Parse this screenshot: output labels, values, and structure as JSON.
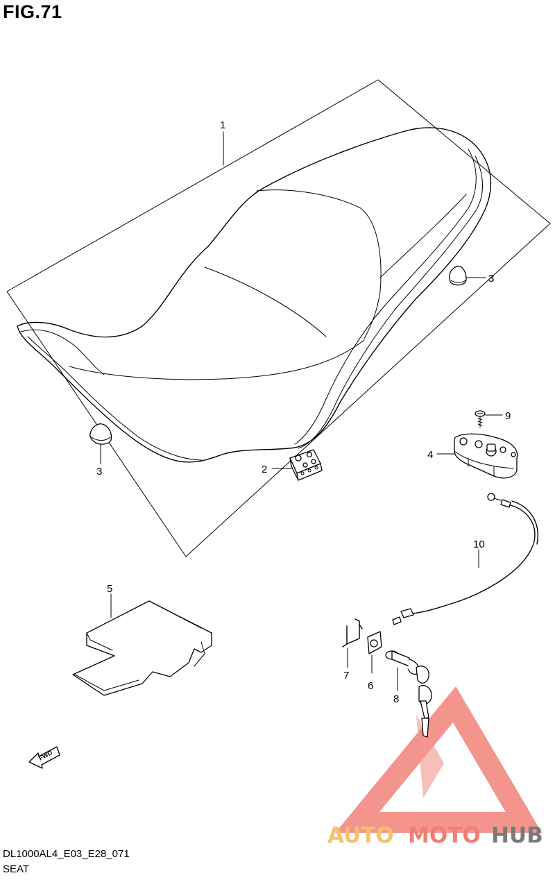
{
  "figure": {
    "title": "FIG.71",
    "model_code": "DL1000AL4_E03_E28_071",
    "name": "SEAT"
  },
  "callouts": [
    {
      "id": "1",
      "label": "1"
    },
    {
      "id": "2",
      "label": "2"
    },
    {
      "id": "3a",
      "label": "3"
    },
    {
      "id": "3b",
      "label": "3"
    },
    {
      "id": "4",
      "label": "4"
    },
    {
      "id": "5",
      "label": "5"
    },
    {
      "id": "6",
      "label": "6"
    },
    {
      "id": "7",
      "label": "7"
    },
    {
      "id": "8",
      "label": "8"
    },
    {
      "id": "9",
      "label": "9"
    },
    {
      "id": "10",
      "label": "10"
    }
  ],
  "direction_arrow": {
    "label": "FWD"
  },
  "watermark": {
    "part1": "AUTO",
    "part2": "MOTO",
    "part3": "HUB",
    "colors": {
      "auto": "#f5c26b",
      "moto": "#f07e72",
      "hub": "#7a7a7a",
      "triangle": "#ef7168"
    }
  }
}
